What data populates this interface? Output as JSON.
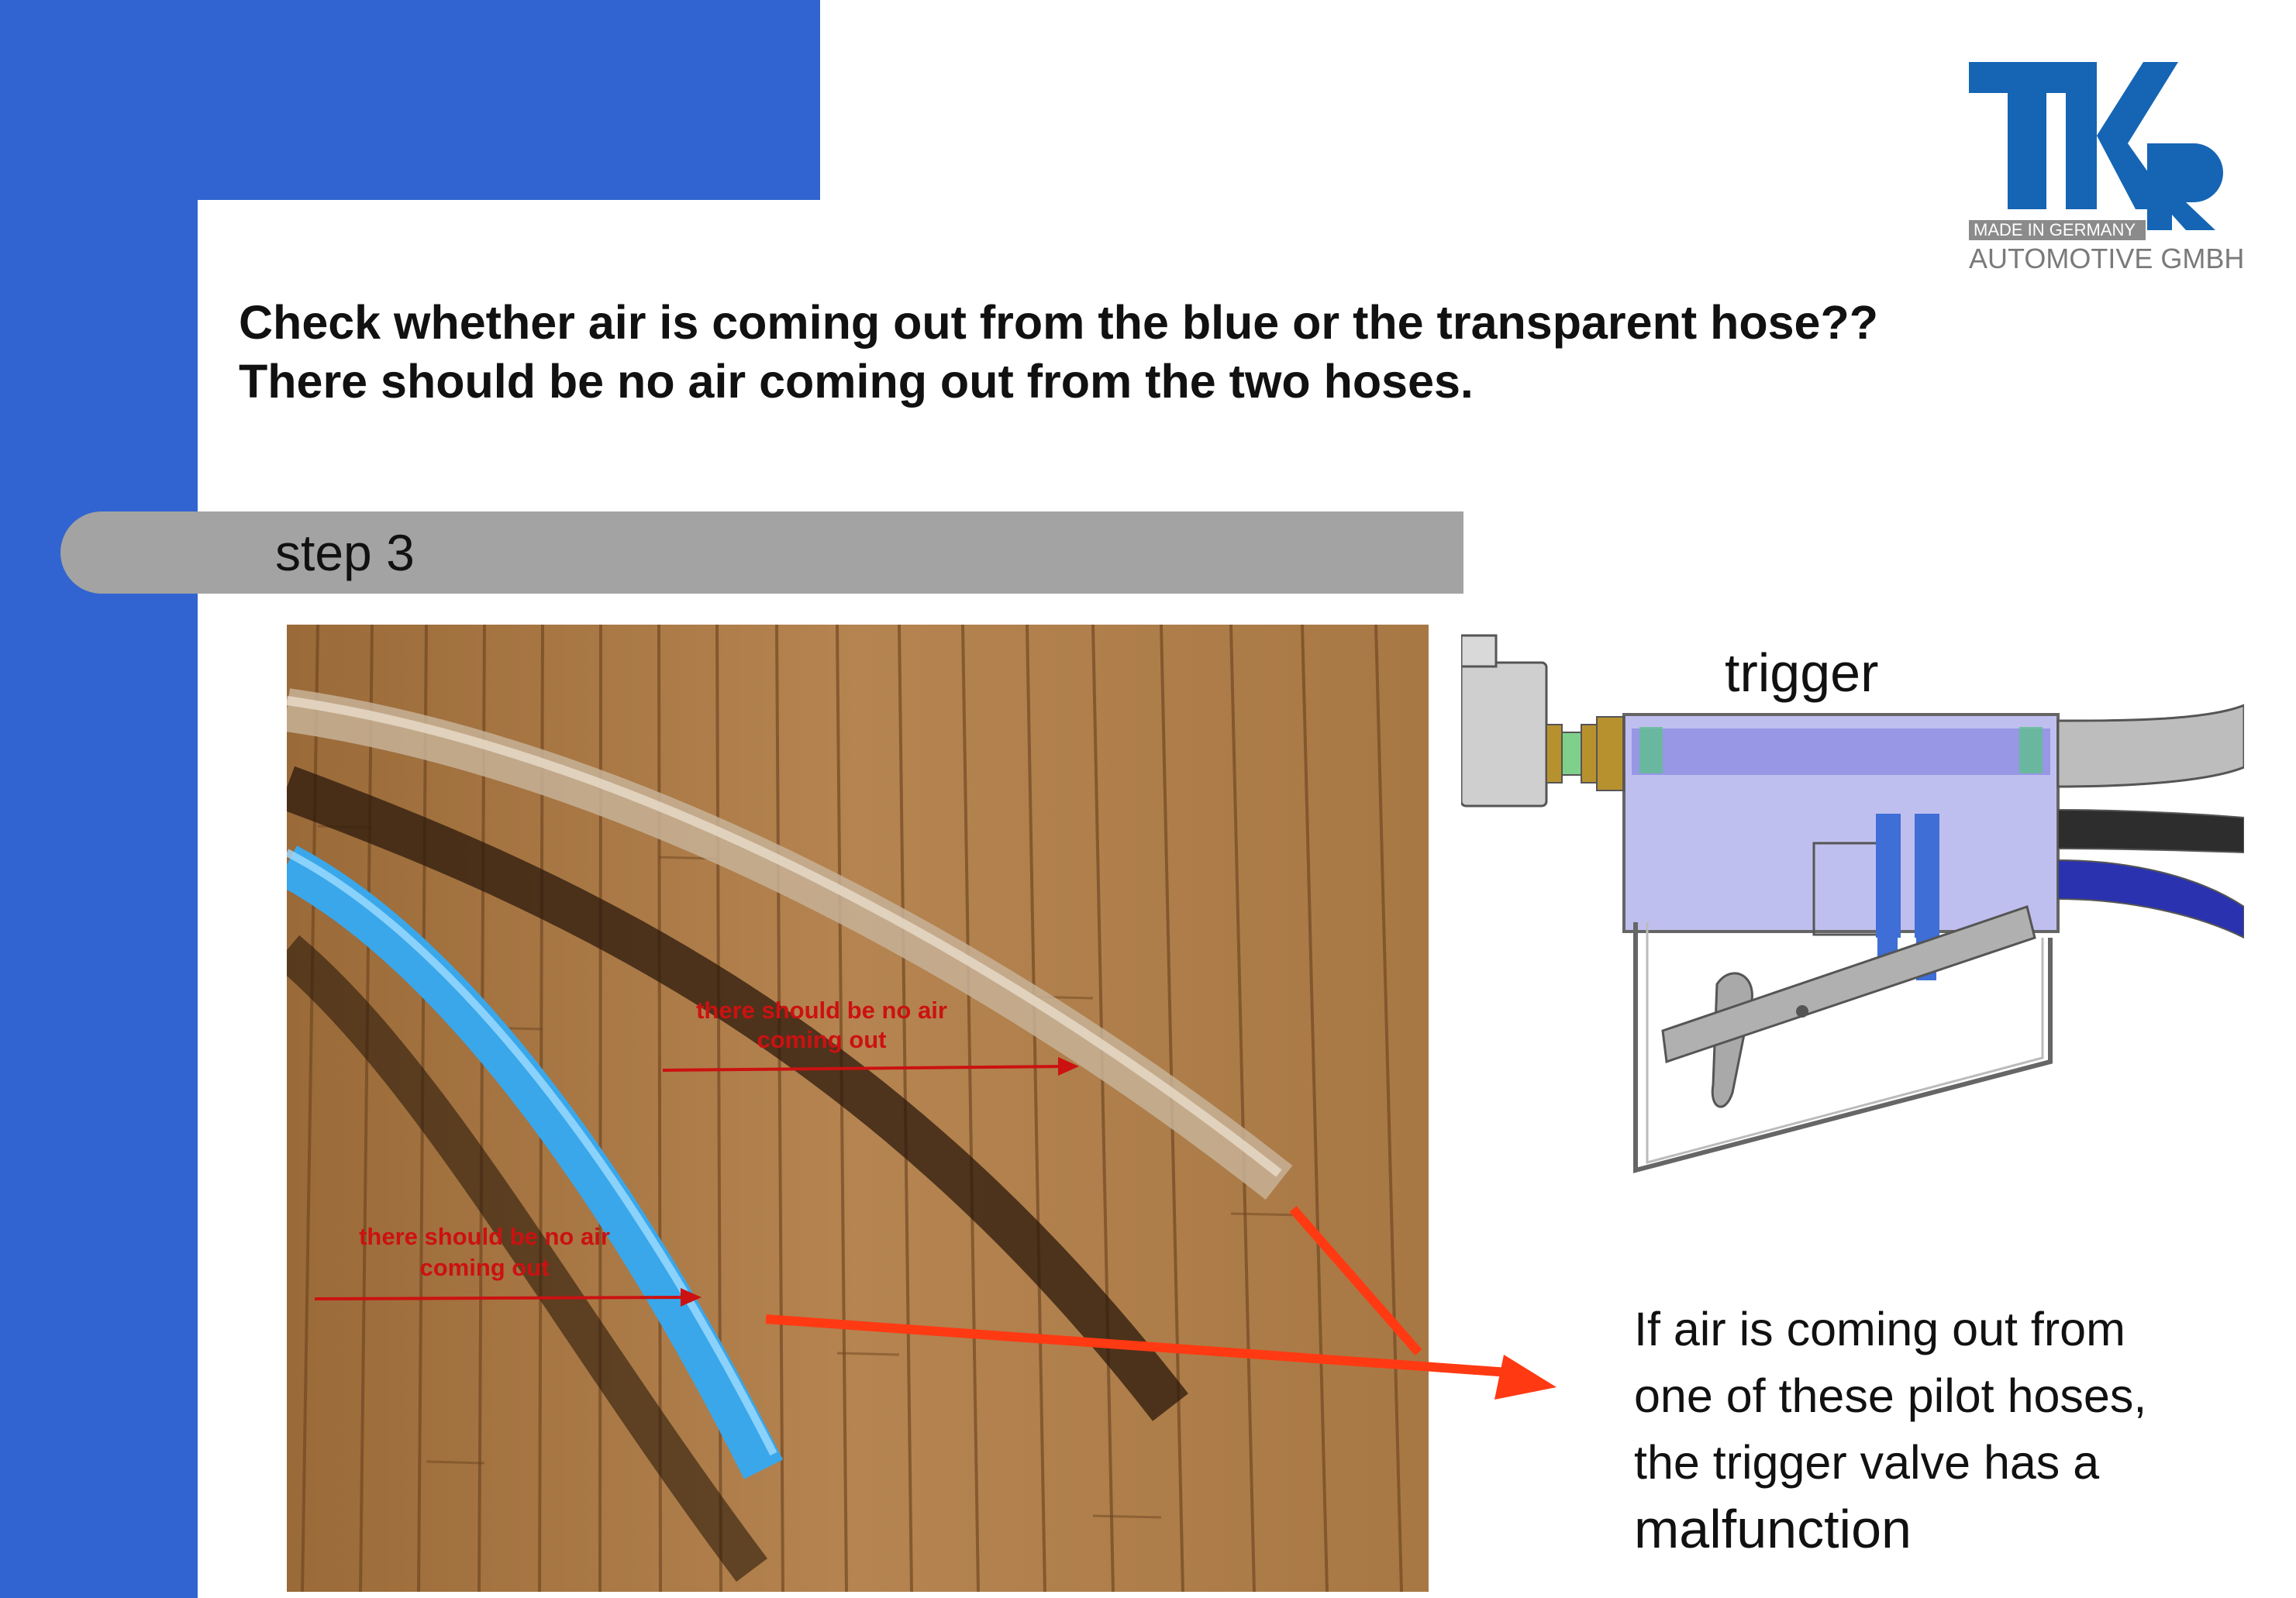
{
  "heading": {
    "line1": "Check whether air is coming out from the blue or the transparent hose??",
    "line2": "There should be no air coming out from the two hoses."
  },
  "step": {
    "label": "step 3"
  },
  "photo": {
    "annotation_top": {
      "line1": "there should be no air",
      "line2": "coming out"
    },
    "annotation_left": {
      "line1": "there should be no air",
      "line2": "coming out"
    }
  },
  "drawing": {
    "label": "trigger"
  },
  "callout": {
    "line1": "If air is coming out from",
    "line2": "one of these pilot hoses,",
    "line3": "the trigger valve has a",
    "line4": "malfunction"
  },
  "logo": {
    "letters": "TKR",
    "tagline": "MADE IN GERMANY",
    "company": "AUTOMOTIVE GMBH"
  },
  "colors": {
    "brand_blue": "#3164d0",
    "logo_blue": "#1565b4",
    "step_bar_gray": "#a3a3a3",
    "annotation_red": "#cc1111",
    "pointer_orange": "#ff3a12",
    "hose_blue": "#39a7ea"
  }
}
